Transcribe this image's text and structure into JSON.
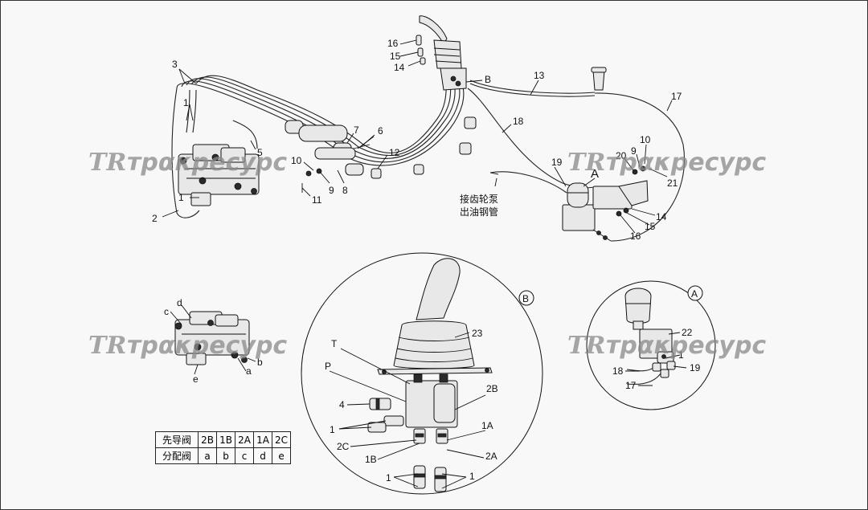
{
  "watermark": {
    "text": "трακресурс",
    "logo": "TR"
  },
  "watermarks_count": 4,
  "callouts": {
    "n1a": "1",
    "n2": "2",
    "n3": "3",
    "n4": "4",
    "n5": "5",
    "n6": "6",
    "n7": "7",
    "n8": "8",
    "n9": "9",
    "n10": "10",
    "n11": "11",
    "n12": "12",
    "n13": "13",
    "n14": "14",
    "n15": "15",
    "n16": "16",
    "n17": "17",
    "n18": "18",
    "n19": "19",
    "n20": "20",
    "n21": "21",
    "n22": "22",
    "n23": "23",
    "B": "B",
    "A": "A",
    "r9": "9",
    "r10": "10",
    "r14": "14",
    "r15": "15",
    "r16": "16",
    "T": "T",
    "P": "P",
    "v2B": "2B",
    "v2C": "2C",
    "v1B": "1B",
    "v1A": "1A",
    "v2A": "2A",
    "p_a": "a",
    "p_b": "b",
    "p_c": "c",
    "p_d": "d",
    "p_e": "e",
    "d1": "1",
    "d1b": "1",
    "d1c": "1",
    "a1": "1",
    "a17": "17",
    "a18": "18",
    "a19": "19"
  },
  "note_cn": {
    "line1": "接齿轮泵",
    "line2": "出油钢管"
  },
  "detail_labels": {
    "B": "B",
    "A": "A"
  },
  "mapping_table": {
    "row1": {
      "header": "先导阀",
      "values": [
        "2B",
        "1B",
        "2A",
        "1A",
        "2C"
      ]
    },
    "row2": {
      "header": "分配阀",
      "values": [
        "a",
        "b",
        "c",
        "d",
        "e"
      ]
    }
  }
}
